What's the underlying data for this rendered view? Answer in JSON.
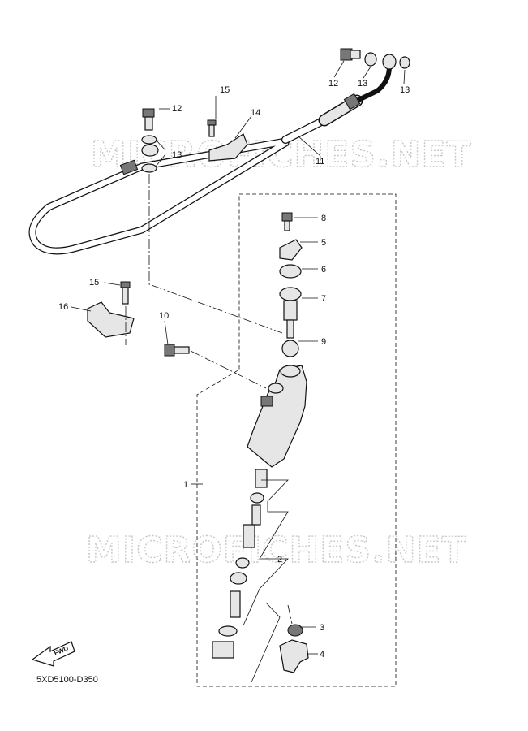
{
  "watermark": "MICROFICHES.NET",
  "drawing_code": "5XD5100-D350",
  "fwd_label": "FWD",
  "callouts": {
    "c1": "1",
    "c2": "2",
    "c3": "3",
    "c4": "4",
    "c5": "5",
    "c6": "6",
    "c7": "7",
    "c8": "8",
    "c9": "9",
    "c10": "10",
    "c11": "11",
    "c12a": "12",
    "c12b": "12",
    "c13a": "13",
    "c13b": "13",
    "c13c": "13",
    "c14": "14",
    "c15a": "15",
    "c15b": "15",
    "c16": "16"
  }
}
